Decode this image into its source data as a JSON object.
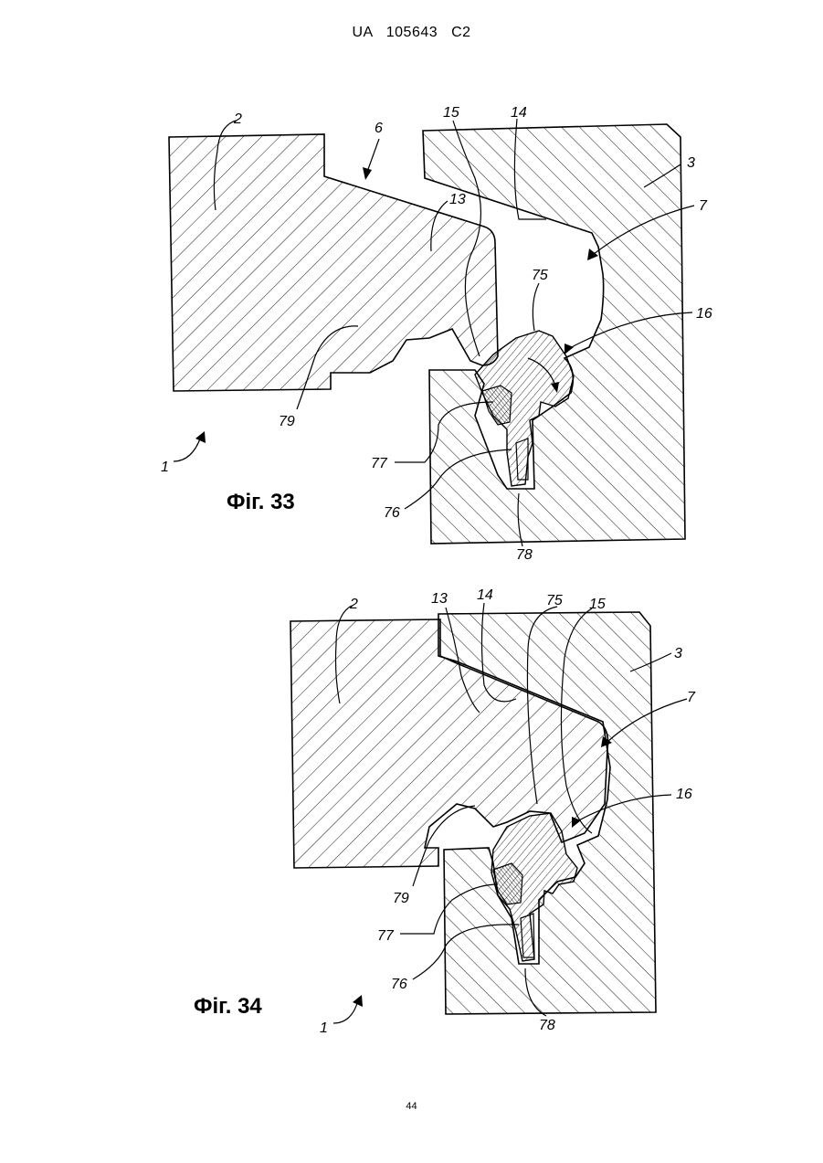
{
  "header": {
    "text": "UA   105643   C2"
  },
  "page_number": "44",
  "figures": [
    {
      "caption": "Фіг. 33",
      "labels": {
        "l1": "1",
        "l2": "2",
        "l3": "3",
        "l6": "6",
        "l7": "7",
        "l13": "13",
        "l14": "14",
        "l15": "15",
        "l16": "16",
        "l75": "75",
        "l76": "76",
        "l77": "77",
        "l78": "78",
        "l79": "79"
      }
    },
    {
      "caption": "Фіг. 34",
      "labels": {
        "l1": "1",
        "l2": "2",
        "l3": "3",
        "l7": "7",
        "l13": "13",
        "l14": "14",
        "l15": "15",
        "l16": "16",
        "l75": "75",
        "l76": "76",
        "l77": "77",
        "l78": "78",
        "l79": "79"
      }
    }
  ]
}
